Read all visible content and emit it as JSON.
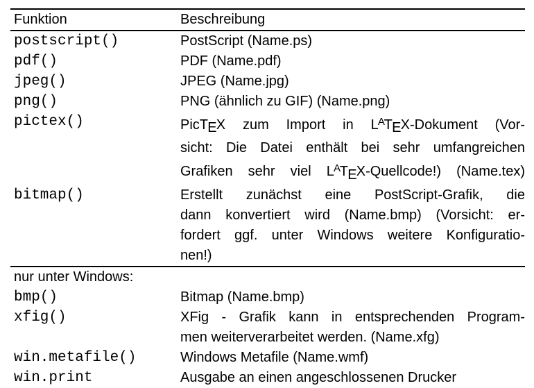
{
  "page": {
    "background": "#ffffff",
    "text_color": "#000000",
    "rule_color": "#000000"
  },
  "table": {
    "headers": {
      "funktion": "Funktion",
      "beschreibung": "Beschreibung"
    },
    "rows": [
      {
        "funktion": "postscript()",
        "lines": [
          "PostScript (Name.ps)"
        ]
      },
      {
        "funktion": "pdf()",
        "lines": [
          "PDF (Name.pdf)"
        ]
      },
      {
        "funktion": "jpeg()",
        "lines": [
          "JPEG (Name.jpg)"
        ]
      },
      {
        "funktion": "png()",
        "lines": [
          "PNG (ähnlich zu GIF) (Name.png)"
        ]
      },
      {
        "funktion": "pictex()",
        "lines": [
          "PicTEX zum Import in LATEX-Dokument (Vor-",
          "sicht: Die Datei enthält bei sehr umfangreichen",
          "Grafiken sehr viel LATEX-Quellcode!) (Name.tex)"
        ],
        "flush": true
      },
      {
        "funktion": "bitmap()",
        "lines": [
          "Erstellt zunächst eine PostScript-Grafik, die",
          "dann konvertiert wird (Name.bmp) (Vorsicht: er-",
          "fordert ggf. unter Windows weitere Konfiguratio-",
          "nen!)"
        ]
      }
    ],
    "section_label": "nur unter Windows:",
    "windows_rows": [
      {
        "funktion": "bmp()",
        "lines": [
          "Bitmap (Name.bmp)"
        ]
      },
      {
        "funktion": "xfig()",
        "lines": [
          "XFig - Grafik kann in entsprechenden Program-",
          "men weiterverarbeitet werden. (Name.xfg)"
        ]
      },
      {
        "funktion": "win.metafile()",
        "lines": [
          "Windows Metafile (Name.wmf)"
        ]
      },
      {
        "funktion": "win.print",
        "lines": [
          "Ausgabe an einen angeschlossenen Drucker"
        ]
      }
    ]
  }
}
